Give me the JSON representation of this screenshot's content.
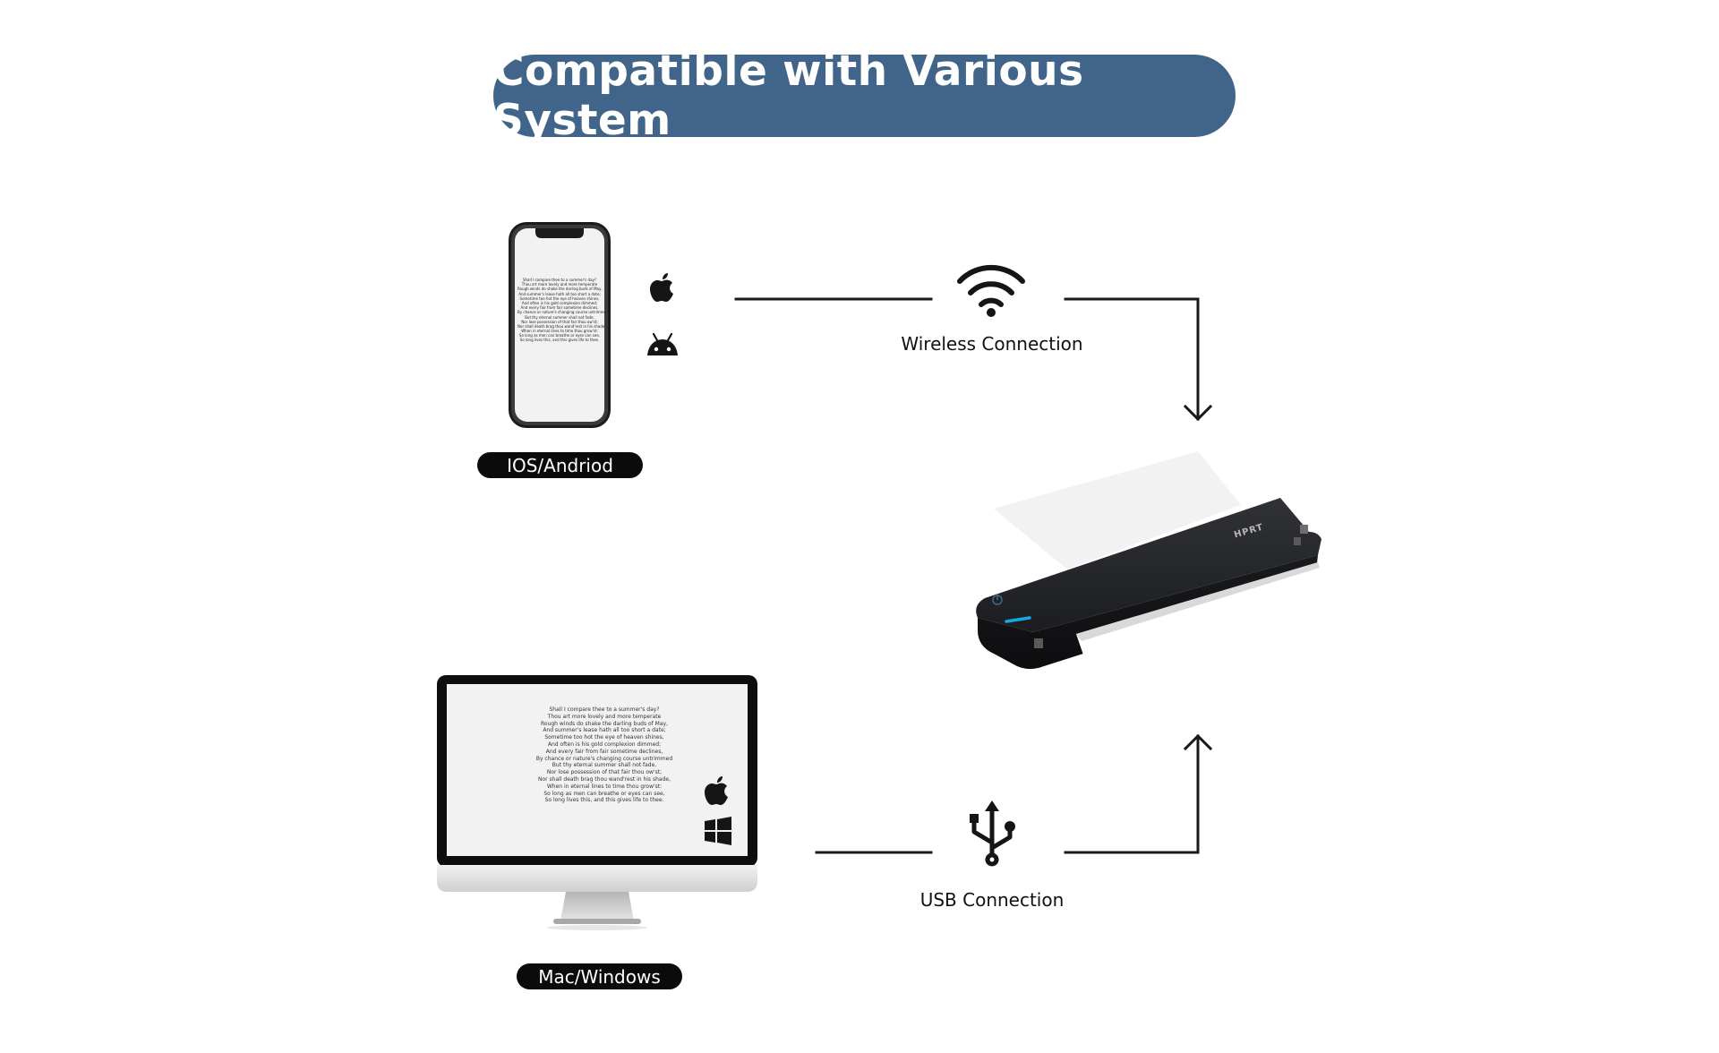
{
  "title": "Compatible with Various System",
  "devices": {
    "mobile_label": "IOS/Andriod",
    "desktop_label": "Mac/Windows"
  },
  "connections": {
    "wireless_label": "Wireless Connection",
    "usb_label": "USB Connection"
  },
  "printer_brand": "HPRT",
  "screen_poem": [
    "Shall I compare thee to a summer's day?",
    "Thou art more lovely and more temperate",
    "Rough winds do shake the darling buds of May,",
    "And summer's lease hath all too short a date;",
    "Sometime too hot the eye of heaven shines,",
    "And often is his gold complexion dimmed;",
    "And every fair from fair sometime declines,",
    "By chance or nature's changing course untrimmed",
    "But thy eternal summer shall not fade,",
    "Nor lose possession of that fair thou ow'st;",
    "Nor shall death brag thou wand'rest in his shade,",
    "When in eternal lines to time thou grow'st:",
    "So long as men can breathe or eyes can see,",
    "So long lives this, and this gives life to thee."
  ],
  "colors": {
    "title_bg": "#41658a",
    "pill_bg": "#0b0b0b",
    "line": "#1a1a1a",
    "printer_body": "#1d1e21",
    "accent_led": "#19a6e6"
  },
  "icons": {
    "os_mobile": [
      "apple-icon",
      "android-icon"
    ],
    "os_desktop": [
      "apple-icon",
      "windows-icon"
    ],
    "wireless": "wifi-icon",
    "usb": "usb-icon"
  }
}
